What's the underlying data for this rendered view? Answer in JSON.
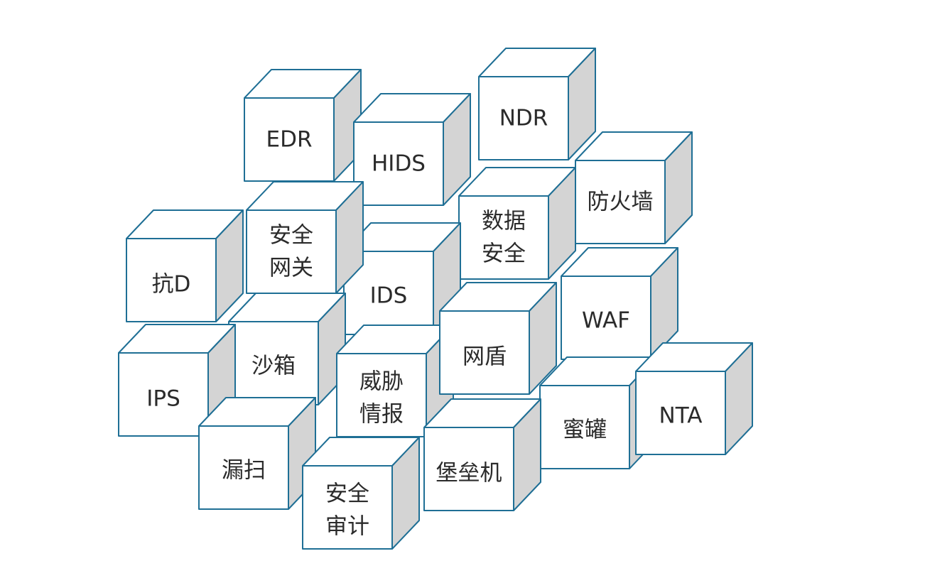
{
  "colors": {
    "edge": "#1f6f95",
    "face": "#ffffff",
    "side": "#d4d4d4",
    "text": "#2b2b2b"
  },
  "cubes": [
    {
      "id": "ndr",
      "lines": [
        "NDR"
      ]
    },
    {
      "id": "edr",
      "lines": [
        "EDR"
      ]
    },
    {
      "id": "firewall",
      "lines": [
        "防火墙"
      ]
    },
    {
      "id": "hids",
      "lines": [
        "HIDS"
      ]
    },
    {
      "id": "data-security",
      "lines": [
        "数据",
        "安全"
      ]
    },
    {
      "id": "anti-ddos",
      "lines": [
        "抗D"
      ]
    },
    {
      "id": "ids",
      "lines": [
        "IDS"
      ]
    },
    {
      "id": "security-gateway",
      "lines": [
        "安全",
        "网关"
      ]
    },
    {
      "id": "waf",
      "lines": [
        "WAF"
      ]
    },
    {
      "id": "sandbox",
      "lines": [
        "沙箱"
      ]
    },
    {
      "id": "ips",
      "lines": [
        "IPS"
      ]
    },
    {
      "id": "threat-intel",
      "lines": [
        "威胁",
        "情报"
      ]
    },
    {
      "id": "web-shield",
      "lines": [
        "网盾"
      ]
    },
    {
      "id": "honeypot",
      "lines": [
        "蜜罐"
      ]
    },
    {
      "id": "nta",
      "lines": [
        "NTA"
      ]
    },
    {
      "id": "vuln-scan",
      "lines": [
        "漏扫"
      ]
    },
    {
      "id": "bastion-host",
      "lines": [
        "堡垒机"
      ]
    },
    {
      "id": "security-audit",
      "lines": [
        "安全",
        "审计"
      ]
    }
  ]
}
